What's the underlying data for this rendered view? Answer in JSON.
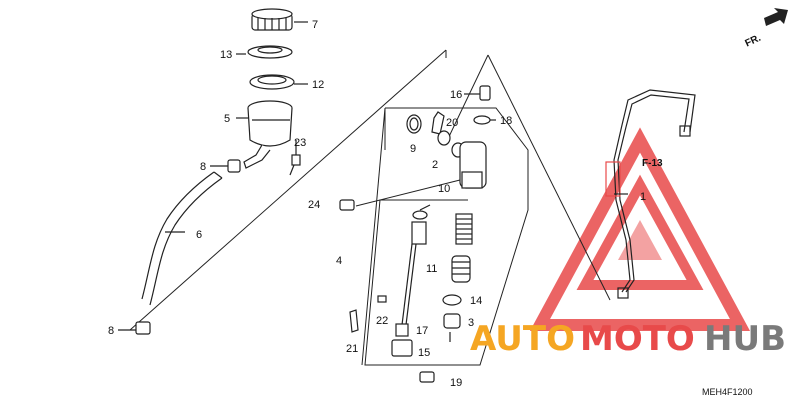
{
  "parts": [
    {
      "id": "p7",
      "label": "7"
    },
    {
      "id": "p13",
      "label": "13"
    },
    {
      "id": "p12",
      "label": "12"
    },
    {
      "id": "p5",
      "label": "5"
    },
    {
      "id": "p23",
      "label": "23"
    },
    {
      "id": "p8a",
      "label": "8"
    },
    {
      "id": "p6",
      "label": "6"
    },
    {
      "id": "p8b",
      "label": "8"
    },
    {
      "id": "p16",
      "label": "16"
    },
    {
      "id": "p18",
      "label": "18"
    },
    {
      "id": "p9",
      "label": "9"
    },
    {
      "id": "p20",
      "label": "20"
    },
    {
      "id": "p2",
      "label": "2"
    },
    {
      "id": "p10",
      "label": "10"
    },
    {
      "id": "p24",
      "label": "24"
    },
    {
      "id": "p4",
      "label": "4"
    },
    {
      "id": "p11",
      "label": "11"
    },
    {
      "id": "p14",
      "label": "14"
    },
    {
      "id": "p3",
      "label": "3"
    },
    {
      "id": "p22",
      "label": "22"
    },
    {
      "id": "p17",
      "label": "17"
    },
    {
      "id": "p21",
      "label": "21"
    },
    {
      "id": "p15",
      "label": "15"
    },
    {
      "id": "p19",
      "label": "19"
    },
    {
      "id": "p1",
      "label": "1"
    }
  ],
  "front_marker": "FR.",
  "reference_label": "F-13",
  "diagram_code": "MEH4F1200",
  "watermark": {
    "part1": "AUTO",
    "part2": "MOTO",
    "part3": "HUB",
    "color_orange": "#f5a623",
    "color_red": "#e84a4a",
    "color_gray": "#7a7a7a"
  }
}
